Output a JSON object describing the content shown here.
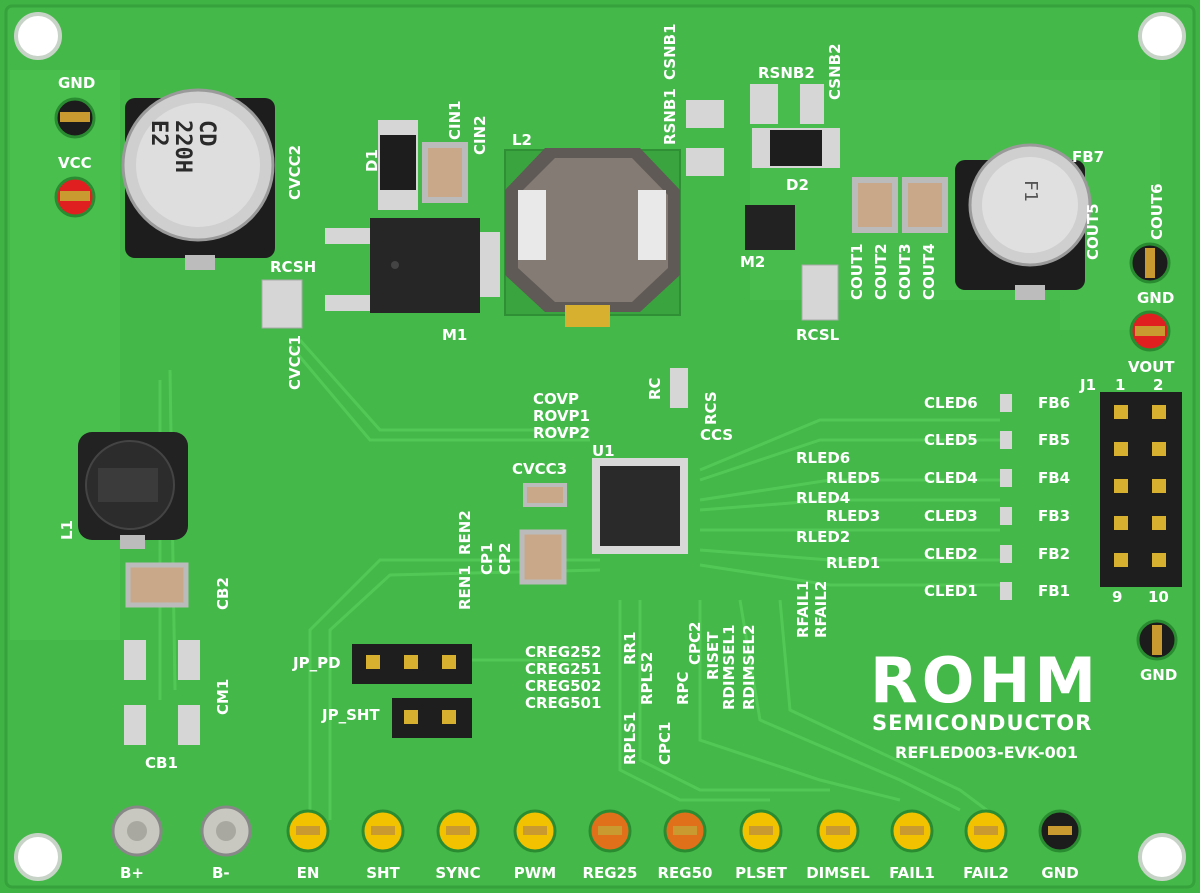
{
  "board": {
    "brand": "ROHM",
    "brand_sub": "SEMICONDUCTOR",
    "part_number": "REFLED003-EVK-001",
    "colors": {
      "pcb": "#3fb344",
      "pcb_dark": "#2f9a37",
      "copper_trace": "#4cc451",
      "silkscreen": "#ffffff",
      "pad": "#d8d8d8",
      "ic": "#2a2a2a"
    }
  },
  "test_points": [
    {
      "label": "EN",
      "color": "#f2c200"
    },
    {
      "label": "SHT",
      "color": "#f2c200"
    },
    {
      "label": "SYNC",
      "color": "#f2c200"
    },
    {
      "label": "PWM",
      "color": "#f2c200"
    },
    {
      "label": "REG25",
      "color": "#e0701a"
    },
    {
      "label": "REG50",
      "color": "#e0701a"
    },
    {
      "label": "PLSET",
      "color": "#f2c200"
    },
    {
      "label": "DIMSEL",
      "color": "#f2c200"
    },
    {
      "label": "FAIL1",
      "color": "#f2c200"
    },
    {
      "label": "FAIL2",
      "color": "#f2c200"
    },
    {
      "label": "GND",
      "color": "#1c1c1c"
    }
  ],
  "left_terminals": {
    "gnd_label": "GND",
    "vcc_label": "VCC",
    "bplus": "B+",
    "bminus": "B-"
  },
  "right_terminals": {
    "gnd_top": "GND",
    "vout": "VOUT",
    "gnd_bottom": "GND"
  },
  "labels": {
    "cvcc2": "CVCC2",
    "cap_text_1": "E2",
    "cap_text_2": "220H",
    "cap_text_3": "CD",
    "d1": "D1",
    "cin1": "CIN1",
    "cin2": "CIN2",
    "l2": "L2",
    "rsnb1": "RSNB1",
    "csnb1": "CSNB1",
    "rsnb2": "RSNB2",
    "csnb2": "CSNB2",
    "d2": "D2",
    "m2": "M2",
    "m1": "M1",
    "rcsh": "RCSH",
    "cvcc1": "CVCC1",
    "rcsl": "RCSL",
    "cout1": "COUT1",
    "cout2": "COUT2",
    "cout3": "COUT3",
    "cout4": "COUT4",
    "cout5": "COUT5",
    "cout6": "COUT6",
    "fb7": "FB7",
    "rc": "RC",
    "rcs": "RCS",
    "ccs": "CCS",
    "covp": "COVP",
    "rovp1": "ROVP1",
    "rovp2": "ROVP2",
    "u1": "U1",
    "cvcc3": "CVCC3",
    "l1": "L1",
    "cb2": "CB2",
    "cm1": "CM1",
    "cb1": "CB1",
    "ren1": "REN1",
    "ren2": "REN2",
    "cp1": "CP1",
    "cp2": "CP2",
    "jp_pd": "JP_PD",
    "jp_sht": "JP_SHT",
    "creg252": "CREG252",
    "creg251": "CREG251",
    "creg502": "CREG502",
    "creg501": "CREG501",
    "rr1": "RR1",
    "rpls1": "RPLS1",
    "rpls2": "RPLS2",
    "cpc1": "CPC1",
    "rpc": "RPC",
    "cpc2": "CPC2",
    "riset": "RISET",
    "rdimsel1": "RDIMSEL1",
    "rdimsel2": "RDIMSEL2",
    "rfail1": "RFAIL1",
    "rfail2": "RFAIL2",
    "j1": "J1",
    "j1_pin1": "1",
    "j1_pin2": "2",
    "j1_pin9": "9",
    "j1_pin10": "10",
    "small_cap": "F1",
    "rled": [
      "RLED6",
      "RLED5",
      "RLED4",
      "RLED3",
      "RLED2",
      "RLED1"
    ],
    "cled": [
      "CLED6",
      "CLED5",
      "CLED4",
      "CLED3",
      "CLED2",
      "CLED1"
    ],
    "fb": [
      "FB6",
      "FB5",
      "FB4",
      "FB3",
      "FB2",
      "FB1"
    ]
  }
}
